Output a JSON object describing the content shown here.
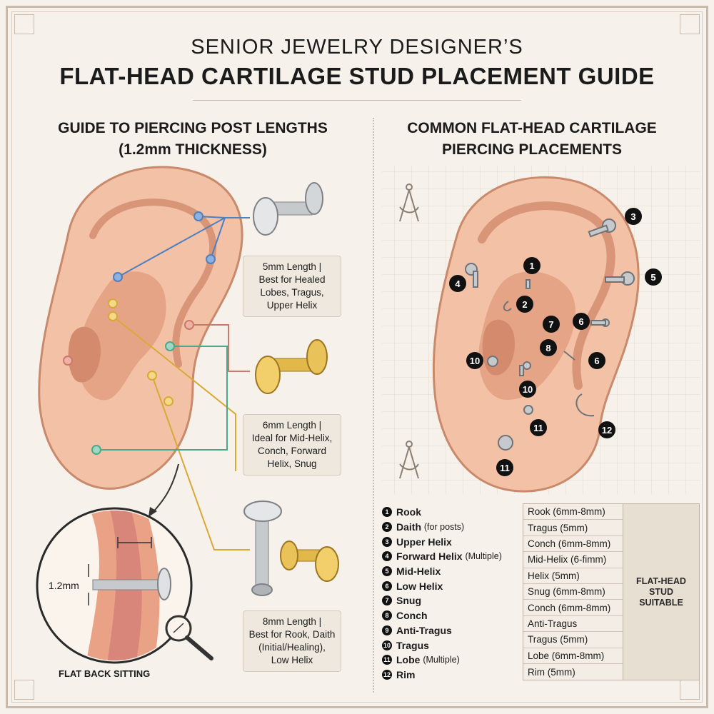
{
  "header": {
    "subtitle": "SENIOR JEWELRY DESIGNER’S",
    "title": "FLAT-HEAD CARTILAGE STUD PLACEMENT GUIDE"
  },
  "left": {
    "heading": "GUIDE TO PIERCING POST LENGTHS\n(1.2mm THICKNESS)",
    "cards": [
      {
        "title": "5mm Length |",
        "body": "Best for Healed\nLobes, Tragus,\nUpper Helix"
      },
      {
        "title": "6mm Length |",
        "body": "Ideal for Mid-Helix,\nConch, Forward\nHelix, Snug"
      },
      {
        "title": "8mm Length |",
        "body": "Best for Rook, Daith\n(Initial/Healing),\nLow Helix"
      }
    ],
    "thickness_label": "1.2mm",
    "inset_caption": "FLAT BACK SITTING"
  },
  "right": {
    "heading": "COMMON FLAT-HEAD CARTILAGE\nPIERCING PLACEMENTS",
    "markers": [
      "1",
      "2",
      "3",
      "4",
      "5",
      "6",
      "7",
      "8",
      "6",
      "10",
      "10",
      "11",
      "12",
      "11"
    ],
    "legend": [
      {
        "n": "1",
        "label": "Rook",
        "note": ""
      },
      {
        "n": "2",
        "label": "Daith",
        "note": "(for posts)"
      },
      {
        "n": "3",
        "label": "Upper Helix",
        "note": ""
      },
      {
        "n": "4",
        "label": "Forward Helix",
        "note": "(Multiple)"
      },
      {
        "n": "5",
        "label": "Mid-Helix",
        "note": ""
      },
      {
        "n": "6",
        "label": "Low Helix",
        "note": ""
      },
      {
        "n": "7",
        "label": "Snug",
        "note": ""
      },
      {
        "n": "8",
        "label": "Conch",
        "note": ""
      },
      {
        "n": "9",
        "label": "Anti-Tragus",
        "note": ""
      },
      {
        "n": "10",
        "label": "Tragus",
        "note": ""
      },
      {
        "n": "11",
        "label": "Lobe",
        "note": "(Multiple)"
      },
      {
        "n": "12",
        "label": "Rim",
        "note": ""
      }
    ],
    "suitability": {
      "rows": [
        "Rook (6mm-8mm)",
        "Tragus (5mm)",
        "Conch (6mm-8mm)",
        "Mid-Helix (6-fimm)",
        "Helix (5mm)",
        "Snug (6mm-8mm)",
        "Conch (6mm-8mm)",
        "Anti-Tragus",
        "Tragus (5mm)",
        "Lobe (6mm-8mm)",
        "Rim (5mm)"
      ],
      "side_label": "FLAT-HEAD\nSTUD\nSUITABLE"
    }
  },
  "colors": {
    "background": "#f6f1ea",
    "skin": "#f3c2a6",
    "skin_shadow": "#e6a487",
    "gold": "#d9a935",
    "silver": "#b9bcc0"
  }
}
